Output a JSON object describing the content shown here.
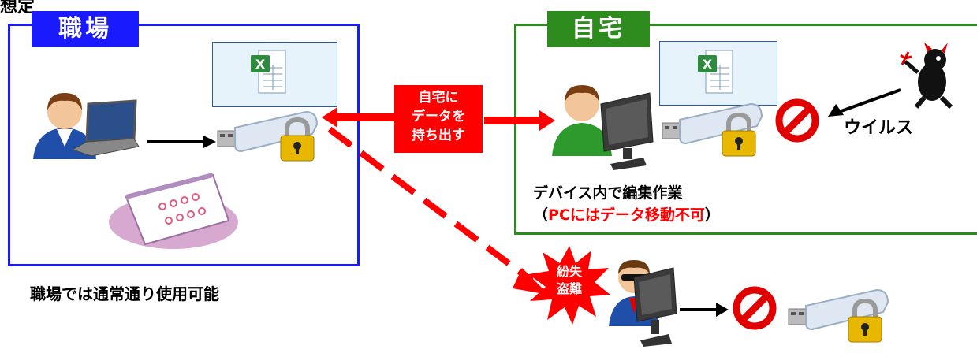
{
  "header": {
    "label": "想定"
  },
  "office": {
    "tab": "職場",
    "caption": "職場では通常通り使用可能"
  },
  "home": {
    "tab": "自宅",
    "caption_line1": "デバイス内で編集作業",
    "caption_line2_open": "（",
    "caption_line2_red": "PCにはデータ移動不可",
    "caption_line2_close": "）"
  },
  "callout": {
    "line1": "自宅に",
    "line2": "データを",
    "line3": "持ち出す"
  },
  "virus": {
    "label": "ウイルス"
  },
  "loss": {
    "line1": "紛失",
    "line2": "盗難"
  },
  "colors": {
    "office": "#1a1aff",
    "home": "#2e8b1e",
    "alert": "#ff0000"
  },
  "icons": [
    "user-icon",
    "laptop-icon",
    "excel-file-icon",
    "usb-drive-icon",
    "padlock-icon",
    "notepad-icon",
    "monitor-icon",
    "prohibited-icon",
    "virus-devil-icon",
    "thief-icon",
    "explosion-icon"
  ]
}
